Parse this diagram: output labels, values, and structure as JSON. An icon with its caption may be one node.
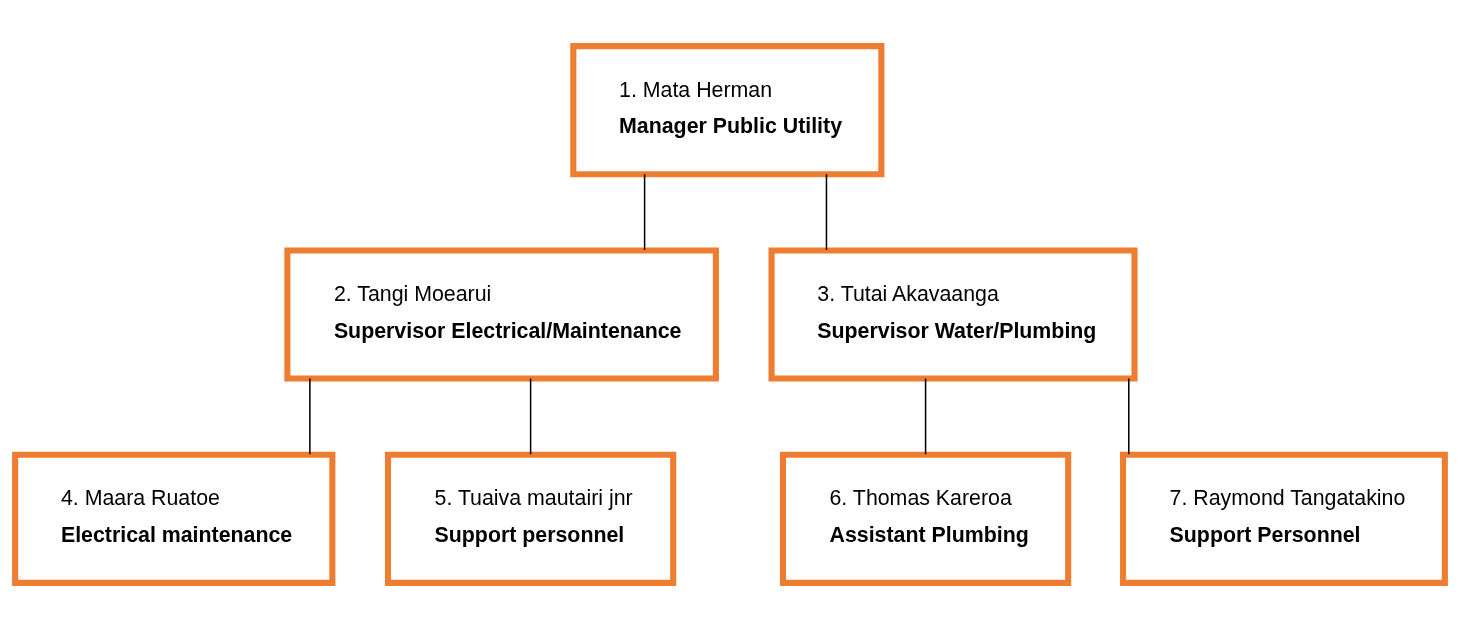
{
  "diagram": {
    "nodes": [
      {
        "text": [
          "1. Mata Herman",
          "Manager Public Utility"
        ]
      },
      {
        "text": [
          "2. Tangi Moearui",
          "Supervisor Electrical/Maintenance"
        ]
      },
      {
        "text": [
          "3. Tutai Akavaanga",
          "Supervisor Water/Plumbing"
        ]
      },
      {
        "text": [
          "4. Maara Ruatoe",
          "Electrical maintenance"
        ]
      },
      {
        "text": [
          "5. Tuaiva mautairi jnr",
          "Support personnel"
        ]
      },
      {
        "text": [
          "6. Thomas Kareroa",
          "Assistant Plumbing"
        ]
      },
      {
        "text": [
          "7. Raymond Tangatakino",
          "Support Personnel"
        ]
      }
    ],
    "edges": [
      {
        "from": 0,
        "to": 1,
        "arrow": "none"
      },
      {
        "from": 0,
        "to": 2,
        "arrow": "none"
      },
      {
        "from": 1,
        "to": 3,
        "arrow": "none"
      },
      {
        "from": 1,
        "to": 4,
        "arrow": "none"
      },
      {
        "from": 2,
        "to": 5,
        "arrow": "none"
      },
      {
        "from": 2,
        "to": 6,
        "arrow": "none"
      }
    ]
  }
}
